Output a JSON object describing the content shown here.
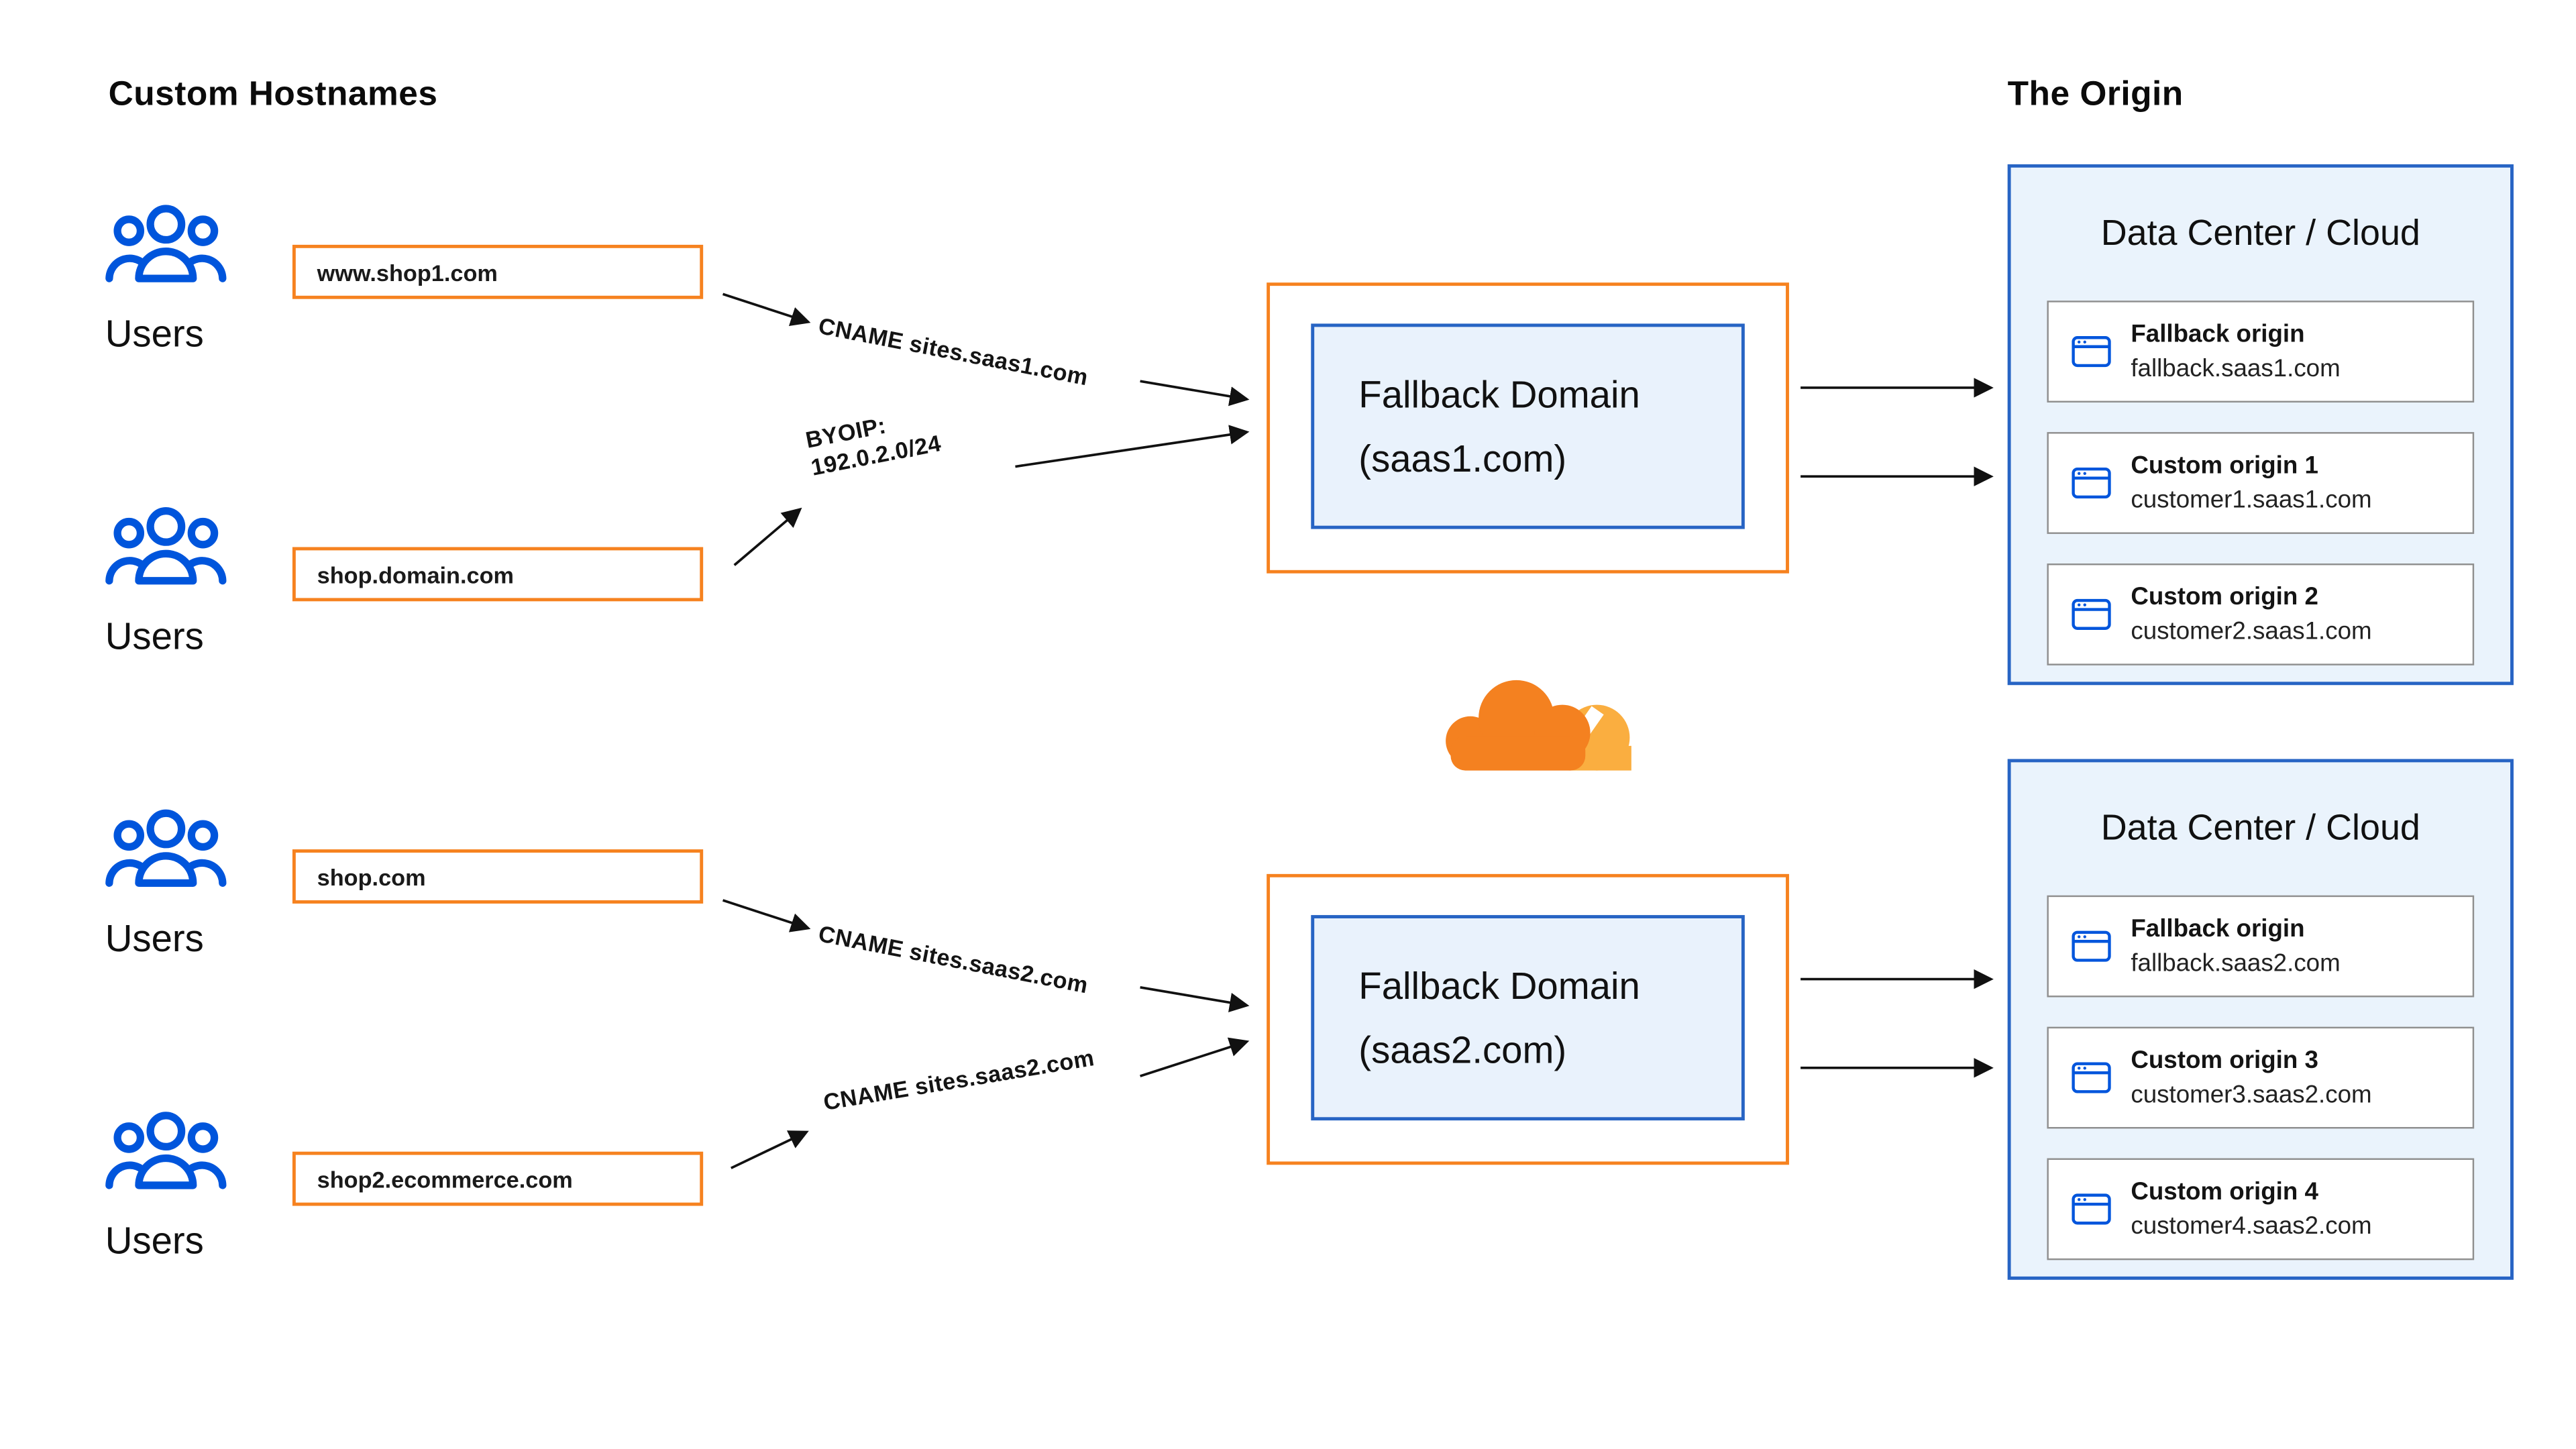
{
  "headings": {
    "left": "Custom Hostnames",
    "right": "The Origin"
  },
  "user_labels": [
    "Users",
    "Users",
    "Users",
    "Users"
  ],
  "hostnames": [
    "www.shop1.com",
    "shop.domain.com",
    "shop.com",
    "shop2.ecommerce.com"
  ],
  "edge_labels": {
    "cname_saas1": "CNAME sites.saas1.com",
    "byoip_line1": "BYOIP:",
    "byoip_line2": "192.0.2.0/24",
    "cname_saas2_upper": "CNAME sites.saas2.com",
    "cname_saas2_lower": "CNAME sites.saas2.com"
  },
  "fallback_domains": [
    {
      "line1": "Fallback Domain",
      "line2": "(saas1.com)"
    },
    {
      "line1": "Fallback Domain",
      "line2": "(saas2.com)"
    }
  ],
  "data_centers": [
    {
      "title": "Data Center / Cloud",
      "origins": [
        {
          "name": "Fallback origin",
          "host": "fallback.saas1.com"
        },
        {
          "name": "Custom origin 1",
          "host": "customer1.saas1.com"
        },
        {
          "name": "Custom origin 2",
          "host": "customer2.saas1.com"
        }
      ]
    },
    {
      "title": "Data Center / Cloud",
      "origins": [
        {
          "name": "Fallback origin",
          "host": "fallback.saas2.com"
        },
        {
          "name": "Custom origin 3",
          "host": "customer3.saas2.com"
        },
        {
          "name": "Custom origin 4",
          "host": "customer4.saas2.com"
        }
      ]
    }
  ],
  "icons": {
    "users": "users-group-icon",
    "origin": "browser-window-icon",
    "logo": "cloudflare-logo"
  },
  "colors": {
    "orange": "#F6821F",
    "blue_border": "#2764C4",
    "icon_blue": "#0055DC",
    "light_blue": "#EAF3FC",
    "cloud_orange": "#F48120",
    "cloud_light_orange": "#FAAE40",
    "arrow": "#111111"
  }
}
